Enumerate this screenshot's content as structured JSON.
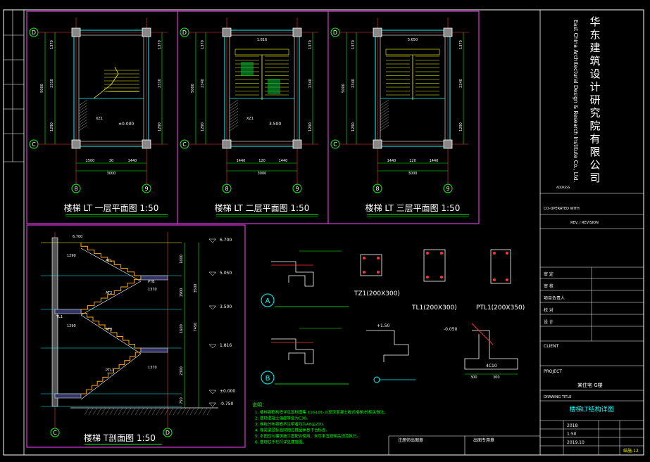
{
  "plans": {
    "first": {
      "title": "楼梯 LT  一层平面图 1:50",
      "width_total": "3000",
      "width_parts": [
        "1500",
        "30",
        "1440"
      ],
      "level": "±0.000",
      "dims_left": [
        "1370",
        "2310",
        "1290"
      ],
      "total_left": "5000",
      "grid_rows": [
        "D",
        "C"
      ],
      "grid_cols": [
        "8",
        "9"
      ],
      "label_x": "XZ1"
    },
    "second": {
      "title": "楼梯 LT  二层平面图 1:50",
      "width_total": "3000",
      "width_parts": [
        "1440",
        "120",
        "1440"
      ],
      "level": "3.500",
      "top_dim": "1.816",
      "dims_left": [
        "1370",
        "2340",
        "1290"
      ],
      "total_left": "5000",
      "grid_rows": [
        "D",
        "C"
      ],
      "grid_cols": [
        "8",
        "9"
      ],
      "label_x": "XZ1"
    },
    "third": {
      "title": "楼梯 LT  三层平面图 1:50",
      "width_total": "3000",
      "width_parts": [
        "1440",
        "120",
        "1440"
      ],
      "top_dim": "5.650",
      "dims_left": [
        "1370",
        "2340",
        "1290"
      ],
      "total_left": "5000",
      "grid_rows": [
        "D",
        "C"
      ],
      "grid_cols": [
        "8",
        "9"
      ]
    }
  },
  "section": {
    "title": "楼梯 T剖面图 1:50",
    "levels": [
      "6.700",
      "5.050",
      "3.500",
      "1.816",
      "±0.000",
      "-0.750"
    ],
    "level_left": "6.700",
    "dims_right": [
      "1600",
      "1900",
      "1600",
      "2300",
      "750"
    ],
    "totals_right": [
      "7450",
      "3500"
    ],
    "inner_dims": [
      "1290",
      "1370",
      "1290",
      "1370"
    ],
    "labels": [
      "AT1",
      "AT2",
      "AT3",
      "PTL1",
      "TL1",
      "PTB"
    ],
    "grid_cols": [
      "C",
      "D"
    ]
  },
  "details": {
    "A_label": "A",
    "B_label": "B",
    "tz_title": "TZ1(200X300)",
    "tl_title": "TL1(200X300)",
    "ptl_title": "PTL1(200X350)",
    "footing_level": "-0.050",
    "footing_w": [
      "300",
      "300"
    ],
    "footing_bar": "4C10",
    "step_level": "+1.50",
    "notes_title": "说明：",
    "notes": [
      "1. 楼梯钢筋构造详见国标图集 11G101-2(现浇混凝土板式楼梯)的相关做法。",
      "2. 楼梯混凝土强度等级为C30。",
      "3. 梯板分布钢筋不注明者均为A8@200。",
      "4. 梯梁梁顶标高同相应楼层休息平台标高。",
      "5. 本图应与建筑施工图配合使用，未尽事宜按相关规范执行。",
      "6. 楼梯扶手栏杆详见建施图。"
    ]
  },
  "title_block": {
    "company_cn": "华东建筑设计研究院有限公司",
    "company_en": "East China Architectural Design & Research Institute Co., Ltd.",
    "cert": "ADDRESS",
    "co_operated": "CO-OPERATED WITH",
    "rev_header": "REV. / REVISION",
    "client": "CLIENT",
    "project": "PROJECT",
    "project_name": "某住宅 G楼",
    "drawing_title_label": "DRAWING TITLE",
    "drawing_title": "楼梯LT结构详图",
    "stamp1": "注册师出图章",
    "stamp2": "出图专用章",
    "job_no": "2018",
    "scale": "1:50",
    "date": "2019.10",
    "sheet": "结施-12",
    "roles": [
      "审 定",
      "审 核",
      "项目负责人",
      "校 对",
      "设 计"
    ]
  }
}
